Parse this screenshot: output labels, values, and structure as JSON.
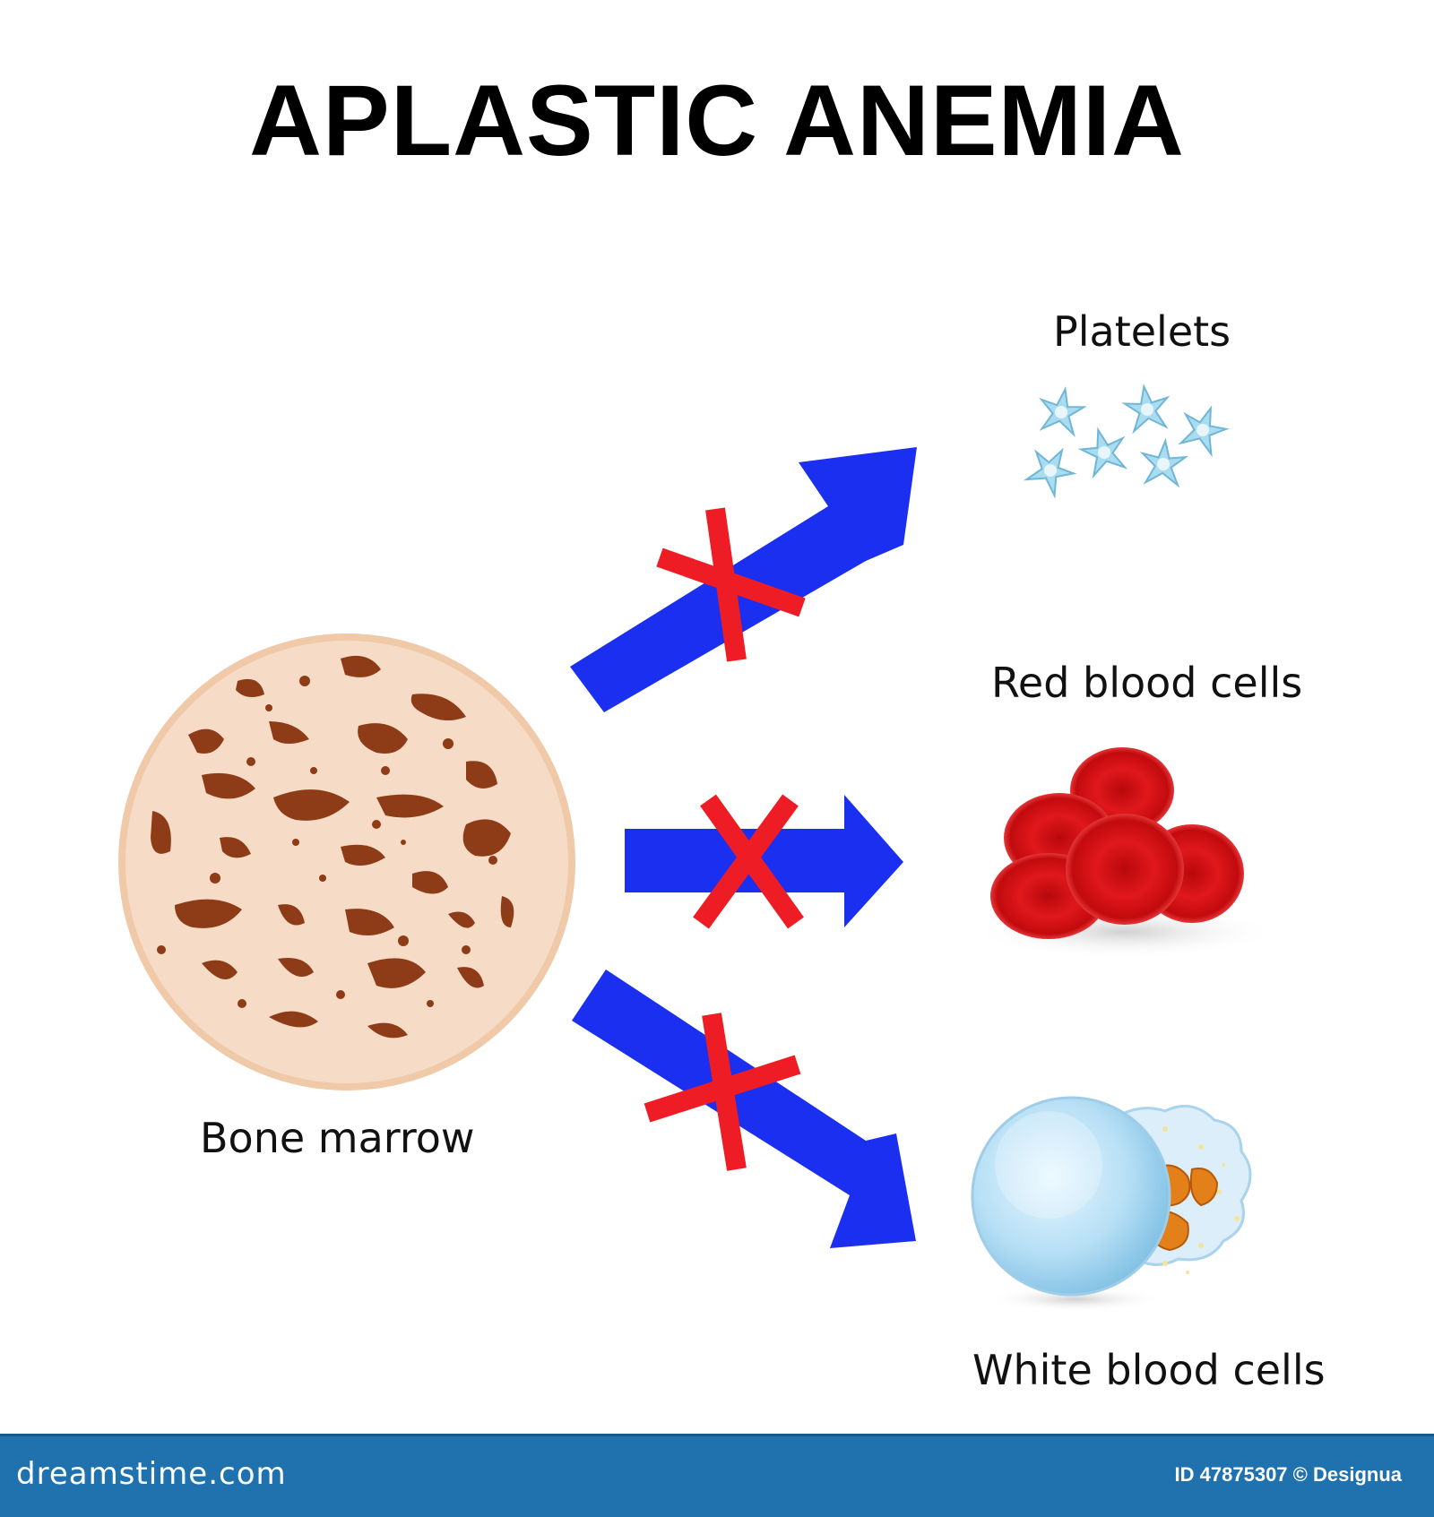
{
  "title": "APLASTIC ANEMIA",
  "labels": {
    "platelets": "Platelets",
    "red_blood_cells": "Red blood cells",
    "bone_marrow": "Bone marrow",
    "white_blood_cells": "White blood cells"
  },
  "footer": {
    "site": "dreamstime.com",
    "id_credit": "ID 47875307 © Designua"
  },
  "colors": {
    "arrow": "#1a2ff0",
    "cross": "#ee1c24",
    "marrow_base": "#f6dcc6",
    "marrow_holes": "#8e3b17",
    "platelet": "#a9dcef",
    "rbc": "#d90f13",
    "wbc": "#bfe3f6",
    "footer_bg": "#1f72ad"
  },
  "icons": [
    "bone-marrow-illustration",
    "platelets-illustration",
    "red-blood-cells-illustration",
    "white-blood-cells-illustration",
    "blocked-arrow-icon",
    "x-cross-icon"
  ]
}
